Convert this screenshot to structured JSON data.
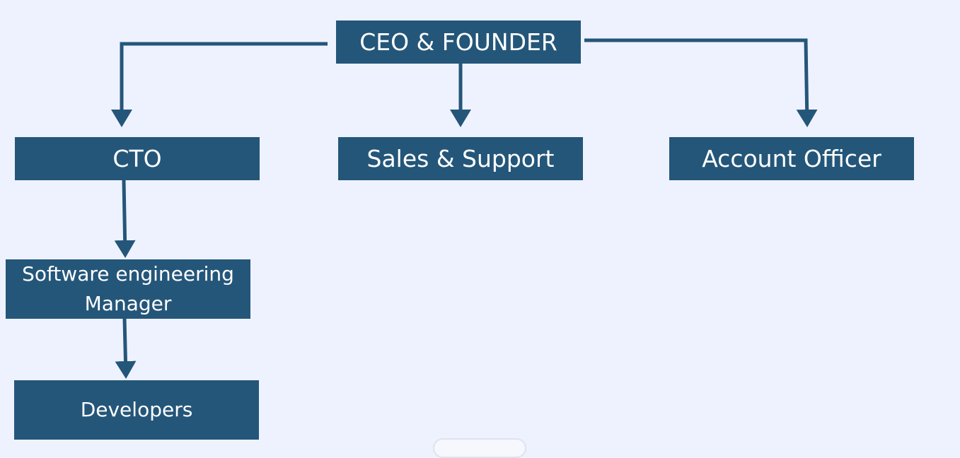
{
  "colors": {
    "background": "#eef2fe",
    "node": "#245679",
    "connector": "#245679",
    "text": "#ffffff"
  },
  "nodes": {
    "ceo": "CEO & FOUNDER",
    "cto": "CTO",
    "sales": "Sales & Support",
    "account": "Account Officer",
    "sem_line1": "Software engineering",
    "sem_line2": "Manager",
    "developers": "Developers"
  }
}
